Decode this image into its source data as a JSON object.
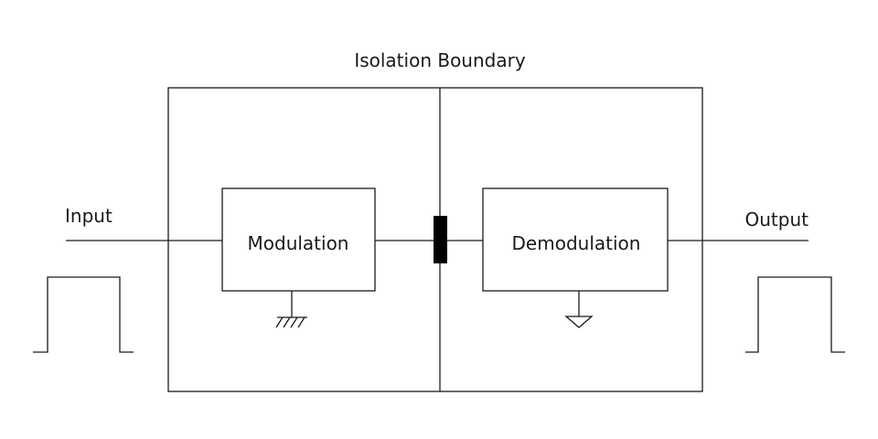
{
  "diagram": {
    "title": "Isolation Boundary",
    "input_label": "Input",
    "output_label": "Output",
    "modulation_label": "Modulation",
    "demodulation_label": "Demodulation"
  },
  "colors": {
    "line": "#1a1a1a",
    "barrier": "#000000",
    "background": "#ffffff"
  },
  "icons": {
    "modulation_ground": "chassis-ground-icon",
    "demodulation_ground": "signal-ground-icon",
    "input_waveform": "pulse-waveform-icon",
    "output_waveform": "pulse-waveform-icon"
  }
}
